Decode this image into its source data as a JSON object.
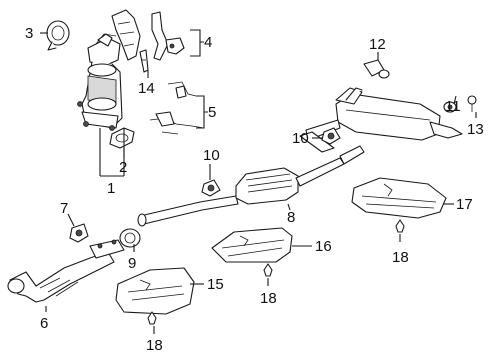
{
  "callouts": {
    "c1": "1",
    "c2": "2",
    "c3": "3",
    "c4": "4",
    "c5": "5",
    "c6": "6",
    "c7": "7",
    "c8": "8",
    "c9": "9",
    "c10a": "10",
    "c10b": "10",
    "c11": "11",
    "c12": "12",
    "c13": "13",
    "c14": "14",
    "c15": "15",
    "c16": "16",
    "c17": "17",
    "c18a": "18",
    "c18b": "18",
    "c18c": "18"
  }
}
